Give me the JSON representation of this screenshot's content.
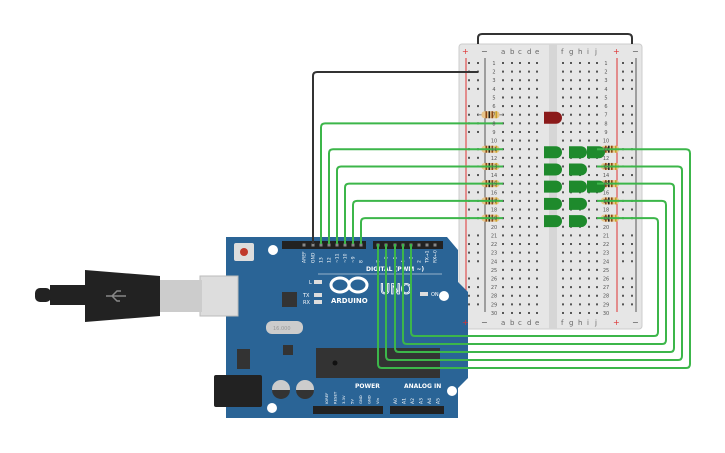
{
  "breadboard": {
    "columns_left": [
      "a",
      "b",
      "c",
      "d",
      "e"
    ],
    "columns_right": [
      "f",
      "g",
      "h",
      "i",
      "j"
    ],
    "rows": 30,
    "plus": "+",
    "minus": "−"
  },
  "arduino": {
    "logo_text": "ARDUINO",
    "model": "UNO",
    "digital_label": "DIGITAL (PWM ~)",
    "power_label": "POWER",
    "analog_label": "ANALOG IN",
    "on_label": "ON",
    "l_label": "L",
    "tx_label": "TX",
    "rx_label": "RX",
    "crystal_label": "16.000",
    "top_pins_left": [
      "AREF",
      "GND",
      "13",
      "12",
      "~11",
      "~10",
      "~9",
      "8"
    ],
    "top_pins_right": [
      "7",
      "~6",
      "~5",
      "4",
      "~3",
      "2",
      "TX→1",
      "RX←0"
    ],
    "power_pins": [
      "IOREF",
      "RESET",
      "3.3V",
      "5V",
      "GND",
      "GND",
      "Vin"
    ],
    "analog_pins": [
      "A0",
      "A1",
      "A2",
      "A3",
      "A4",
      "A5"
    ]
  },
  "colors": {
    "board": "#2a6496",
    "wire_green": "#3cb64a",
    "wire_black": "#333333",
    "led_green": "#1e8a2c",
    "led_red": "#8b1a1a",
    "breadboard": "#e6e6e6"
  }
}
